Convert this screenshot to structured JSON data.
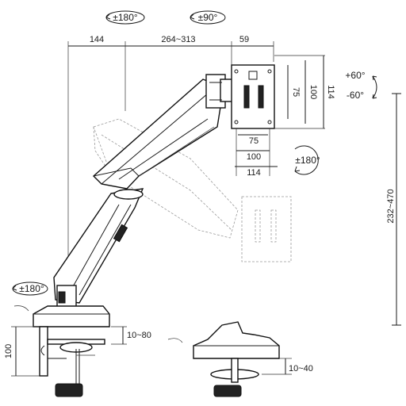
{
  "rotation": {
    "tilt_top": "±180°",
    "swivel_top": "±90°",
    "rotate_plate": "±180°",
    "base_rotate": "±180°",
    "tilt_up": "+60°",
    "tilt_down": "-60°"
  },
  "dims": {
    "reach_a": "144",
    "reach_b": "264~313",
    "reach_c": "59",
    "vesa_h1": "75",
    "vesa_h2": "100",
    "vesa_h3": "114",
    "vesa_v1": "75",
    "vesa_v2": "100",
    "vesa_v3": "114",
    "height_range": "232~470",
    "clamp_height": "100",
    "clamp_thickness": "10~80",
    "grommet_thickness": "10~40"
  }
}
